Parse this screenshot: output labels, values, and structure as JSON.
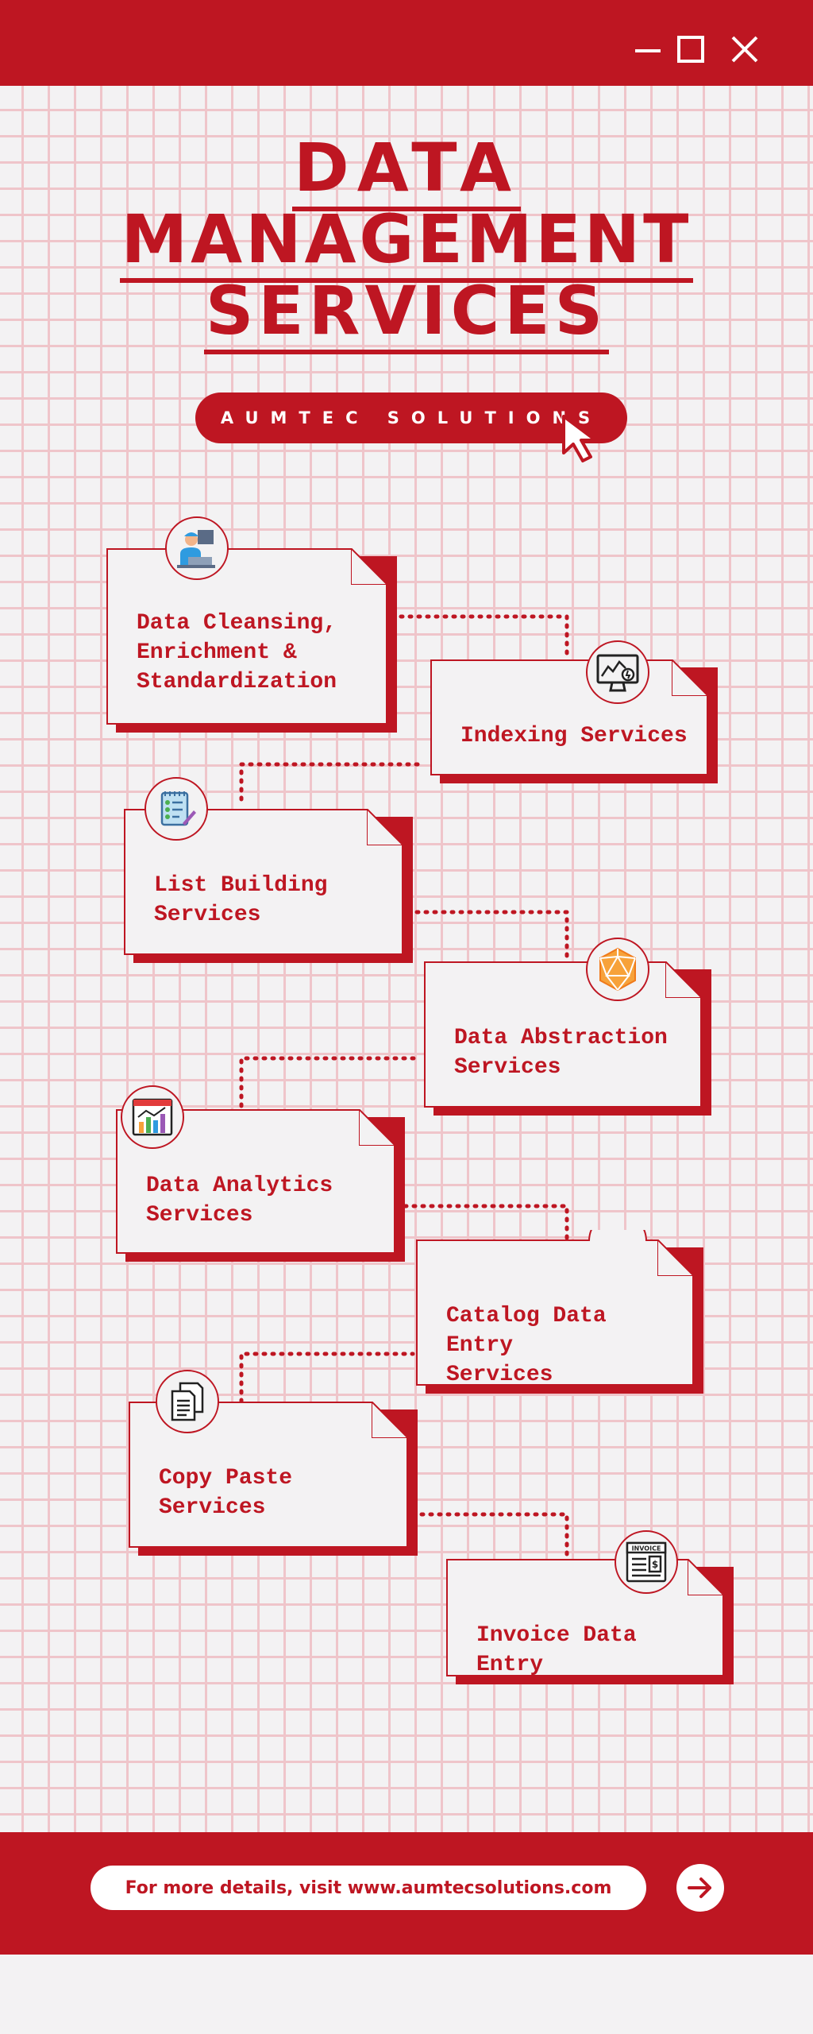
{
  "window": {
    "minimize_icon": "minimize-icon",
    "maximize_icon": "maximize-icon",
    "close_icon": "close-icon"
  },
  "header": {
    "title_line1": "DATA",
    "title_line2": "MANAGEMENT",
    "title_line3": "SERVICES",
    "company": "AUMTEC SOLUTIONS",
    "cursor_icon": "cursor-pointer-icon"
  },
  "services": [
    {
      "label": "Data Cleansing,\nEnrichment &\nStandardization",
      "icon": "worker-laptop-icon"
    },
    {
      "label": "Indexing Services",
      "icon": "monitor-chart-icon"
    },
    {
      "label": "List Building\nServices",
      "icon": "checklist-icon"
    },
    {
      "label": "Data Abstraction\nServices",
      "icon": "geometric-polyhedron-icon"
    },
    {
      "label": "Data Analytics\nServices",
      "icon": "analytics-board-icon"
    },
    {
      "label": "Catalog Data Entry\nServices",
      "icon": "catalog-icon"
    },
    {
      "label": "Copy Paste\nServices",
      "icon": "copy-documents-icon"
    },
    {
      "label": "Invoice Data Entry",
      "icon": "invoice-icon",
      "icon_text": "INVOICE"
    }
  ],
  "footer": {
    "cta": "For more details, visit www.aumtecsolutions.com",
    "arrow_icon": "arrow-right-icon"
  },
  "colors": {
    "brand": "#be1622",
    "background": "#f3f2f3",
    "grid": "#efc5ca"
  }
}
